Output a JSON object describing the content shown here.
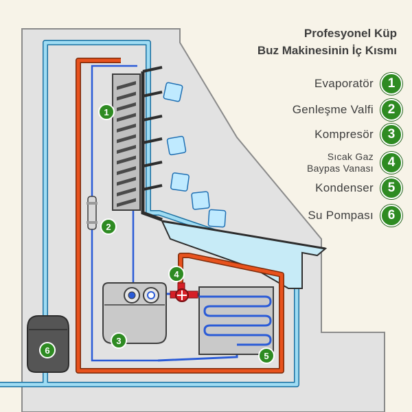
{
  "title": {
    "line1": "Profesyonel Küp",
    "line2": "Buz Makinesinin İç Kısmı"
  },
  "legend": [
    {
      "number": "1",
      "label": "Evaporatör"
    },
    {
      "number": "2",
      "label": "Genleşme Valfi"
    },
    {
      "number": "3",
      "label": "Kompresör"
    },
    {
      "number": "4",
      "label_line1": "Sıcak Gaz",
      "label_line2": "Baypas Vanası"
    },
    {
      "number": "5",
      "label": "Kondenser"
    },
    {
      "number": "6",
      "label": "Su Pompası"
    }
  ],
  "badges": [
    "1",
    "2",
    "3",
    "4",
    "5",
    "6"
  ],
  "colors": {
    "background": "#f7f3e8",
    "cabinet": "#e2e2e2",
    "hot_line": "#e8521d",
    "cold_line": "#2a5bd7",
    "water_line": "#8fd3ee",
    "badge": "#2e8b22",
    "valve": "#d61f26"
  }
}
